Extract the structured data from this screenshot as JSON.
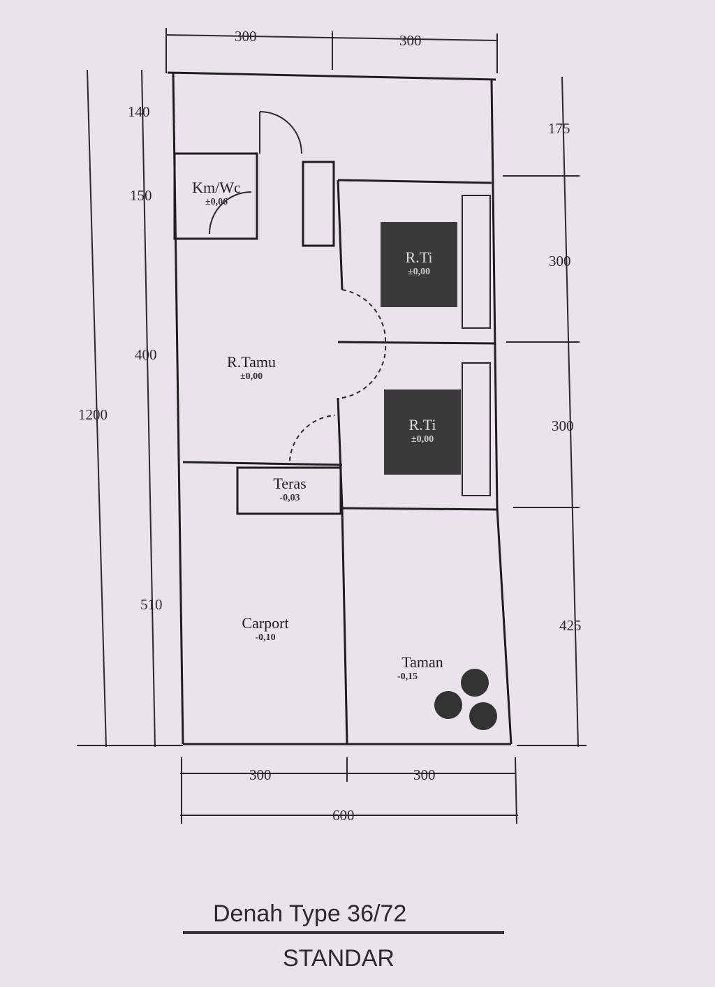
{
  "title": "Denah  Type 36/72",
  "subtitle": "STANDAR",
  "dimensions": {
    "top": [
      "300",
      "300"
    ],
    "bottom": [
      "300",
      "300"
    ],
    "bottom_total": "600",
    "left_total": "1200",
    "left": [
      "140",
      "150",
      "400",
      "510"
    ],
    "right": [
      "175",
      "300",
      "300",
      "425"
    ]
  },
  "rooms": [
    {
      "name": "Km/Wc",
      "level": "±0,06"
    },
    {
      "name": "R.Ti",
      "level": "±0,00"
    },
    {
      "name": "R.Tamu",
      "level": "±0,00"
    },
    {
      "name": "R.Ti",
      "level": "±0,00"
    },
    {
      "name": "Teras",
      "level": "-0,03"
    },
    {
      "name": "Carport",
      "level": "-0,10"
    },
    {
      "name": "Taman",
      "level": "-0,15"
    }
  ],
  "colors": {
    "paper": "#e9e3ea",
    "ink": "#222222"
  }
}
